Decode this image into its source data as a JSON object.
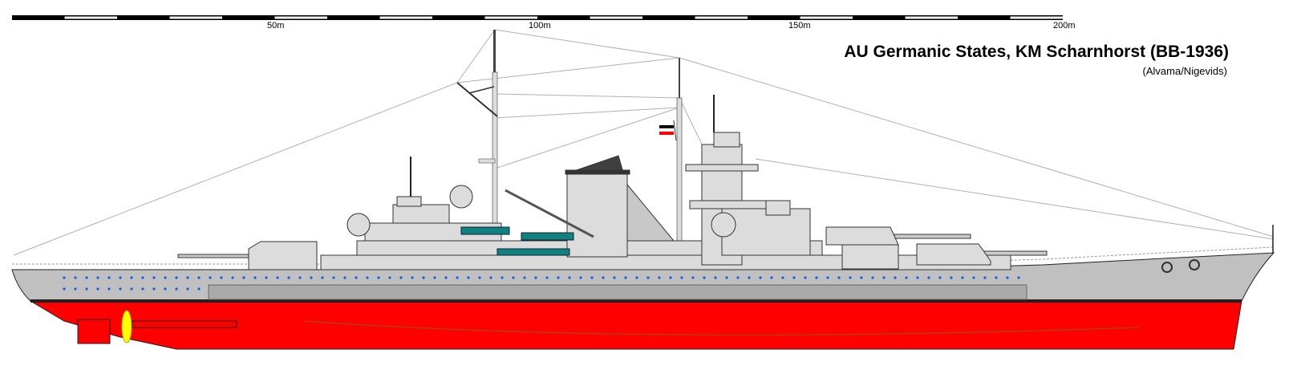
{
  "title": "AU Germanic States, KM Scharnhorst (BB-1936)",
  "subtitle": "(Alvama/Nigevids)",
  "scale_bar": {
    "unit": "m",
    "segment_m": 10,
    "total_m": 200,
    "labels": [
      "50m",
      "100m",
      "150m",
      "200m"
    ]
  },
  "colors": {
    "hull_gray": "#c0c0c0",
    "superstructure": "#dcdcdc",
    "antifouling_red": "#ff0000",
    "boot_topping": "#202020",
    "porthole_blue": "#1060e0",
    "boat_teal": "#108080",
    "propeller_yellow": "#ffff00",
    "rigging": "#b0b0b0"
  }
}
